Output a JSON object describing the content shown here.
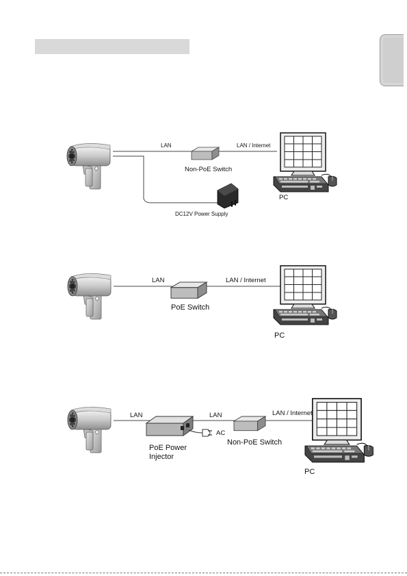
{
  "diagram1": {
    "lan": "LAN",
    "lan_internet": "LAN / Internet",
    "switch": "Non-PoE Switch",
    "pc": "PC",
    "power": "DC12V Power Supply"
  },
  "diagram2": {
    "lan": "LAN",
    "lan_internet": "LAN / Internet",
    "switch": "PoE Switch",
    "pc": "PC"
  },
  "diagram3": {
    "lan_1": "LAN",
    "lan_2": "LAN",
    "lan_internet": "LAN / Internet",
    "injector_line1": "PoE Power",
    "injector_line2": "Injector",
    "ac": "AC",
    "switch": "Non-PoE Switch",
    "pc": "PC"
  },
  "colors": {
    "header_bar": "#d9d9d9",
    "tab": "#d6d6d6",
    "camera_body": "#cfcfcf",
    "switch": "#bdbdbd"
  }
}
